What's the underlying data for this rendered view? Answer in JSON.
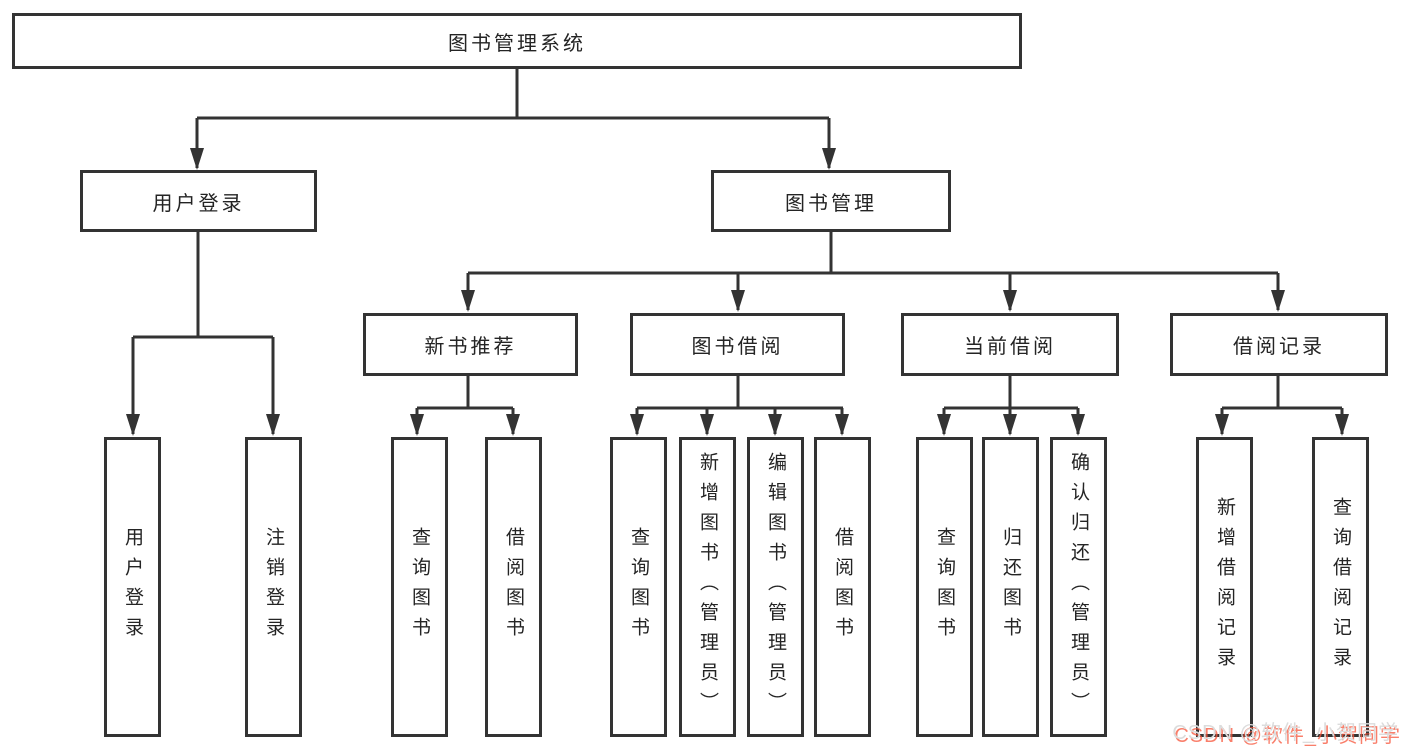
{
  "colors": {
    "line": "#333333",
    "box_border": "#333333",
    "text": "#242424",
    "background": "#ffffff",
    "watermark_text": "#dcdcdc",
    "watermark_accent": "#f75439"
  },
  "root": {
    "label": "图书管理系统"
  },
  "level2": [
    {
      "label": "用户登录"
    },
    {
      "label": "图书管理"
    }
  ],
  "level3": [
    {
      "label": "新书推荐",
      "parent": "图书管理"
    },
    {
      "label": "图书借阅",
      "parent": "图书管理"
    },
    {
      "label": "当前借阅",
      "parent": "图书管理"
    },
    {
      "label": "借阅记录",
      "parent": "图书管理"
    }
  ],
  "level4": [
    {
      "label": "用户登录",
      "parent": "用户登录"
    },
    {
      "label": "注销登录",
      "parent": "用户登录"
    },
    {
      "label": "查询图书",
      "parent": "新书推荐"
    },
    {
      "label": "借阅图书",
      "parent": "新书推荐"
    },
    {
      "label": "查询图书",
      "parent": "图书借阅"
    },
    {
      "label": "新增图书（管理员）",
      "parent": "图书借阅"
    },
    {
      "label": "编辑图书（管理员）",
      "parent": "图书借阅"
    },
    {
      "label": "借阅图书",
      "parent": "图书借阅"
    },
    {
      "label": "查询图书",
      "parent": "当前借阅"
    },
    {
      "label": "归还图书",
      "parent": "当前借阅"
    },
    {
      "label": "确认归还（管理员）",
      "parent": "当前借阅"
    },
    {
      "label": "新增借阅记录",
      "parent": "借阅记录"
    },
    {
      "label": "查询借阅记录",
      "parent": "借阅记录"
    }
  ],
  "watermark": {
    "text": "CSDN @软件_小贺同学"
  }
}
